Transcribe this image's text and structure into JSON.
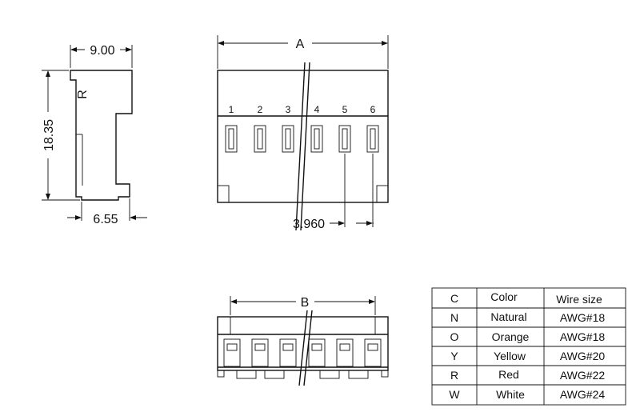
{
  "side_view": {
    "width_dim": "9.00",
    "height_dim": "18.35",
    "bottom_dim": "6.55",
    "mark": "R"
  },
  "front_view": {
    "dim_a": "A",
    "pitch_dim": "3.960",
    "pins": [
      "1",
      "2",
      "3",
      "4",
      "5",
      "6"
    ]
  },
  "bottom_view": {
    "dim_b": "B"
  },
  "wire_table": {
    "headers": [
      "C",
      "Color",
      "Wire size"
    ],
    "rows": [
      [
        "N",
        "Natural",
        "AWG#18"
      ],
      [
        "O",
        "Orange",
        "AWG#18"
      ],
      [
        "Y",
        "Yellow",
        "AWG#20"
      ],
      [
        "R",
        "Red",
        "AWG#22"
      ],
      [
        "W",
        "White",
        "AWG#24"
      ]
    ]
  }
}
